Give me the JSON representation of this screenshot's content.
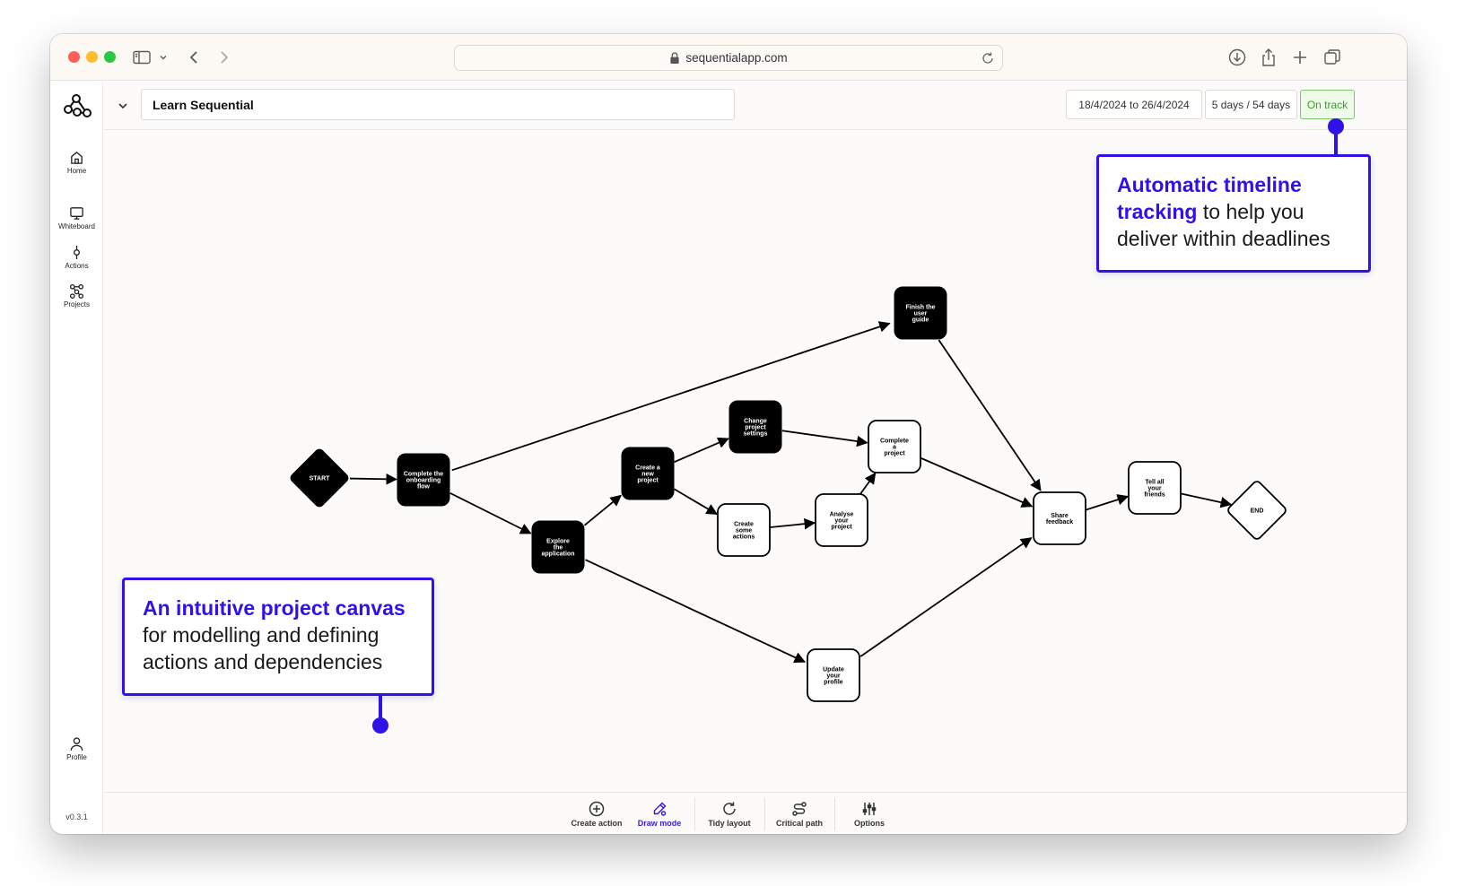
{
  "browser": {
    "url": "sequentialapp.com"
  },
  "sidebar": {
    "items": [
      {
        "label": "Home",
        "icon": "home-icon"
      },
      {
        "label": "Whiteboard",
        "icon": "whiteboard-icon"
      },
      {
        "label": "Actions",
        "icon": "actions-icon"
      },
      {
        "label": "Projects",
        "icon": "projects-icon"
      }
    ],
    "profile": {
      "label": "Profile",
      "icon": "profile-icon"
    },
    "version": "v0.3.1"
  },
  "header": {
    "project_title": "Learn Sequential",
    "date_range": "18/4/2024 to 26/4/2024",
    "duration": "5 days / 54 days",
    "status": "On track"
  },
  "graph": {
    "nodes": [
      {
        "id": "start",
        "label": "START",
        "shape": "diamond",
        "style": "filled"
      },
      {
        "id": "onboard",
        "label": "Complete the onboarding flow",
        "shape": "rounded",
        "style": "filled"
      },
      {
        "id": "explore",
        "label": "Explore the application",
        "shape": "rounded",
        "style": "filled"
      },
      {
        "id": "newproj",
        "label": "Create a new project",
        "shape": "rounded",
        "style": "filled"
      },
      {
        "id": "settings",
        "label": "Change project settings",
        "shape": "rounded",
        "style": "filled"
      },
      {
        "id": "guide",
        "label": "Finish the user guide",
        "shape": "rounded",
        "style": "filled"
      },
      {
        "id": "actions",
        "label": "Create some actions",
        "shape": "rounded",
        "style": "outline"
      },
      {
        "id": "analyse",
        "label": "Analyse your project",
        "shape": "rounded",
        "style": "outline"
      },
      {
        "id": "completep",
        "label": "Complete a project",
        "shape": "rounded",
        "style": "outline"
      },
      {
        "id": "profile",
        "label": "Update your profile",
        "shape": "rounded",
        "style": "outline"
      },
      {
        "id": "share",
        "label": "Share feedback",
        "shape": "rounded",
        "style": "outline"
      },
      {
        "id": "tell",
        "label": "Tell all your friends",
        "shape": "rounded",
        "style": "outline"
      },
      {
        "id": "end",
        "label": "END",
        "shape": "diamond",
        "style": "outline"
      }
    ],
    "edges": [
      [
        "start",
        "onboard"
      ],
      [
        "onboard",
        "guide"
      ],
      [
        "onboard",
        "explore"
      ],
      [
        "explore",
        "newproj"
      ],
      [
        "explore",
        "profile"
      ],
      [
        "newproj",
        "settings"
      ],
      [
        "newproj",
        "actions"
      ],
      [
        "settings",
        "completep"
      ],
      [
        "actions",
        "analyse"
      ],
      [
        "analyse",
        "completep"
      ],
      [
        "completep",
        "share"
      ],
      [
        "guide",
        "share"
      ],
      [
        "profile",
        "share"
      ],
      [
        "share",
        "tell"
      ],
      [
        "tell",
        "end"
      ]
    ]
  },
  "toolbar": {
    "create_action": "Create action",
    "draw_mode": "Draw mode",
    "tidy_layout": "Tidy layout",
    "critical_path": "Critical path",
    "options": "Options"
  },
  "callouts": {
    "timeline_highlight": "Automatic timeline tracking",
    "timeline_rest": " to help you deliver within deadlines",
    "canvas_highlight": "An intuitive project canvas",
    "canvas_rest": " for modelling and defining actions and dependencies"
  },
  "colors": {
    "accent": "#2f12e6",
    "on_track_bg": "#eefbe8",
    "on_track_text": "#3c9a2c",
    "node_filled": "#000000"
  }
}
